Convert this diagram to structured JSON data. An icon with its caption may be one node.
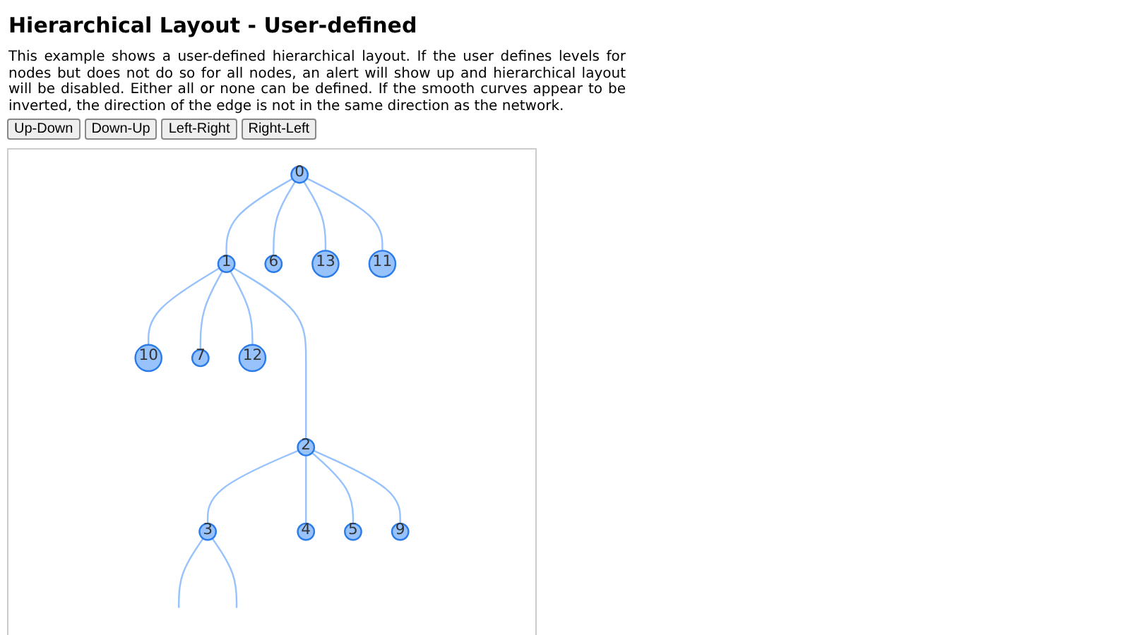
{
  "diagram": {
    "title": "Hierarchical Layout - User-defined",
    "caption": "This example shows a user-defined hierarchical layout. If the user defines levels for nodes but does not do so for all nodes, an alert will show up and hierarchical layout will be disabled. Either all or none can be defined. If the smooth curves appear to be inverted, the direction of the edge is not in the same direction as the network.",
    "nodes": [
      {
        "text": [
          "0"
        ]
      },
      {
        "text": [
          "1"
        ]
      },
      {
        "text": [
          "6"
        ]
      },
      {
        "text": [
          "13"
        ]
      },
      {
        "text": [
          "11"
        ]
      },
      {
        "text": [
          "10"
        ]
      },
      {
        "text": [
          "7"
        ]
      },
      {
        "text": [
          "12"
        ]
      },
      {
        "text": [
          "2"
        ]
      },
      {
        "text": [
          "3"
        ]
      },
      {
        "text": [
          "4"
        ]
      },
      {
        "text": [
          "5"
        ]
      },
      {
        "text": [
          "9"
        ]
      }
    ],
    "edges": [
      {
        "from": 0,
        "to": 1,
        "arrow": "none"
      },
      {
        "from": 0,
        "to": 2,
        "arrow": "none"
      },
      {
        "from": 0,
        "to": 3,
        "arrow": "none"
      },
      {
        "from": 0,
        "to": 4,
        "arrow": "none"
      },
      {
        "from": 1,
        "to": 5,
        "arrow": "none"
      },
      {
        "from": 1,
        "to": 6,
        "arrow": "none"
      },
      {
        "from": 1,
        "to": 7,
        "arrow": "none"
      },
      {
        "from": 1,
        "to": 8,
        "arrow": "none"
      },
      {
        "from": 8,
        "to": 9,
        "arrow": "none"
      },
      {
        "from": 8,
        "to": 10,
        "arrow": "none"
      },
      {
        "from": 8,
        "to": 11,
        "arrow": "none"
      },
      {
        "from": 8,
        "to": 12,
        "arrow": "none"
      },
      {
        "from": 9,
        "to": null,
        "arrow": "none"
      },
      {
        "from": 9,
        "to": null,
        "arrow": "none"
      }
    ],
    "labels": [
      "Up-Down",
      "Down-Up",
      "Left-Right",
      "Right-Left"
    ]
  }
}
